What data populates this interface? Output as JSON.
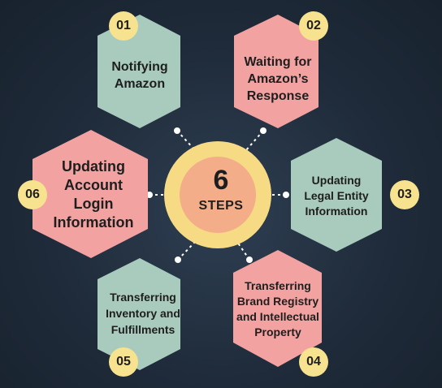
{
  "center": {
    "number": "6",
    "label": "STEPS"
  },
  "steps": [
    {
      "num": "01",
      "label": "Notifying\nAmazon"
    },
    {
      "num": "02",
      "label": "Waiting for\nAmazon’s\nResponse"
    },
    {
      "num": "03",
      "label": "Updating\nLegal Entity\nInformation"
    },
    {
      "num": "04",
      "label": "Transferring\nBrand Registry\nand Intellectual\nProperty"
    },
    {
      "num": "05",
      "label": "Transferring\nInventory and\nFulfillments"
    },
    {
      "num": "06",
      "label": "Updating\nAccount\nLogin\nInformation"
    }
  ],
  "colors": {
    "green": "#a9cbbd",
    "pink": "#f2a3a1",
    "badge": "#f7e28f",
    "ring": "#f6db84",
    "core": "#f3ad89"
  }
}
